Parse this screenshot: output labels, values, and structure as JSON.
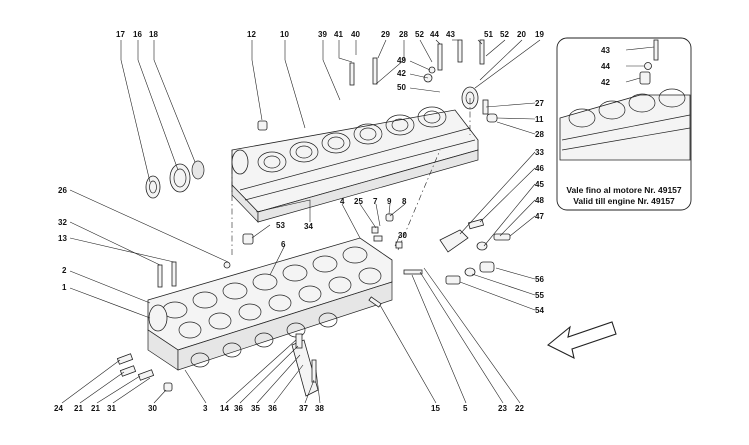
{
  "callouts": [
    {
      "id": "c17",
      "text": "17"
    },
    {
      "id": "c16",
      "text": "16"
    },
    {
      "id": "c18",
      "text": "18"
    },
    {
      "id": "c12",
      "text": "12"
    },
    {
      "id": "c10",
      "text": "10"
    },
    {
      "id": "c39",
      "text": "39"
    },
    {
      "id": "c41",
      "text": "41"
    },
    {
      "id": "c40",
      "text": "40"
    },
    {
      "id": "c29",
      "text": "29"
    },
    {
      "id": "c28a",
      "text": "28"
    },
    {
      "id": "c52a",
      "text": "52"
    },
    {
      "id": "c44a",
      "text": "44"
    },
    {
      "id": "c43a",
      "text": "43"
    },
    {
      "id": "c51",
      "text": "51"
    },
    {
      "id": "c52b",
      "text": "52"
    },
    {
      "id": "c20",
      "text": "20"
    },
    {
      "id": "c19",
      "text": "19"
    },
    {
      "id": "c49",
      "text": "49"
    },
    {
      "id": "c42a",
      "text": "42"
    },
    {
      "id": "c50",
      "text": "50"
    },
    {
      "id": "c27",
      "text": "27"
    },
    {
      "id": "c11",
      "text": "11"
    },
    {
      "id": "c28b",
      "text": "28"
    },
    {
      "id": "c33",
      "text": "33"
    },
    {
      "id": "c46",
      "text": "46"
    },
    {
      "id": "c45",
      "text": "45"
    },
    {
      "id": "c48",
      "text": "48"
    },
    {
      "id": "c47",
      "text": "47"
    },
    {
      "id": "c26",
      "text": "26"
    },
    {
      "id": "c34",
      "text": "34"
    },
    {
      "id": "c4",
      "text": "4"
    },
    {
      "id": "c25",
      "text": "25"
    },
    {
      "id": "c7",
      "text": "7"
    },
    {
      "id": "c9",
      "text": "9"
    },
    {
      "id": "c8",
      "text": "8"
    },
    {
      "id": "c32",
      "text": "32"
    },
    {
      "id": "c53",
      "text": "53"
    },
    {
      "id": "c13",
      "text": "13"
    },
    {
      "id": "c6",
      "text": "6"
    },
    {
      "id": "c30a",
      "text": "30"
    },
    {
      "id": "c2",
      "text": "2"
    },
    {
      "id": "c1",
      "text": "1"
    },
    {
      "id": "c56",
      "text": "56"
    },
    {
      "id": "c55",
      "text": "55"
    },
    {
      "id": "c54",
      "text": "54"
    },
    {
      "id": "c24",
      "text": "24"
    },
    {
      "id": "c21a",
      "text": "21"
    },
    {
      "id": "c21b",
      "text": "21"
    },
    {
      "id": "c31",
      "text": "31"
    },
    {
      "id": "c30b",
      "text": "30"
    },
    {
      "id": "c3",
      "text": "3"
    },
    {
      "id": "c14",
      "text": "14"
    },
    {
      "id": "c36a",
      "text": "36"
    },
    {
      "id": "c35",
      "text": "35"
    },
    {
      "id": "c36b",
      "text": "36"
    },
    {
      "id": "c37",
      "text": "37"
    },
    {
      "id": "c38",
      "text": "38"
    },
    {
      "id": "c15",
      "text": "15"
    },
    {
      "id": "c5",
      "text": "5"
    },
    {
      "id": "c23",
      "text": "23"
    },
    {
      "id": "c22",
      "text": "22"
    }
  ],
  "inset": {
    "callouts": [
      {
        "id": "i43",
        "text": "43"
      },
      {
        "id": "i44",
        "text": "44"
      },
      {
        "id": "i42",
        "text": "42"
      }
    ],
    "note_line1": "Vale fino al motore Nr. 49157",
    "note_line2": "Valid till engine Nr. 49157"
  },
  "icons": {
    "direction_arrow": "front-direction-arrow-icon"
  }
}
